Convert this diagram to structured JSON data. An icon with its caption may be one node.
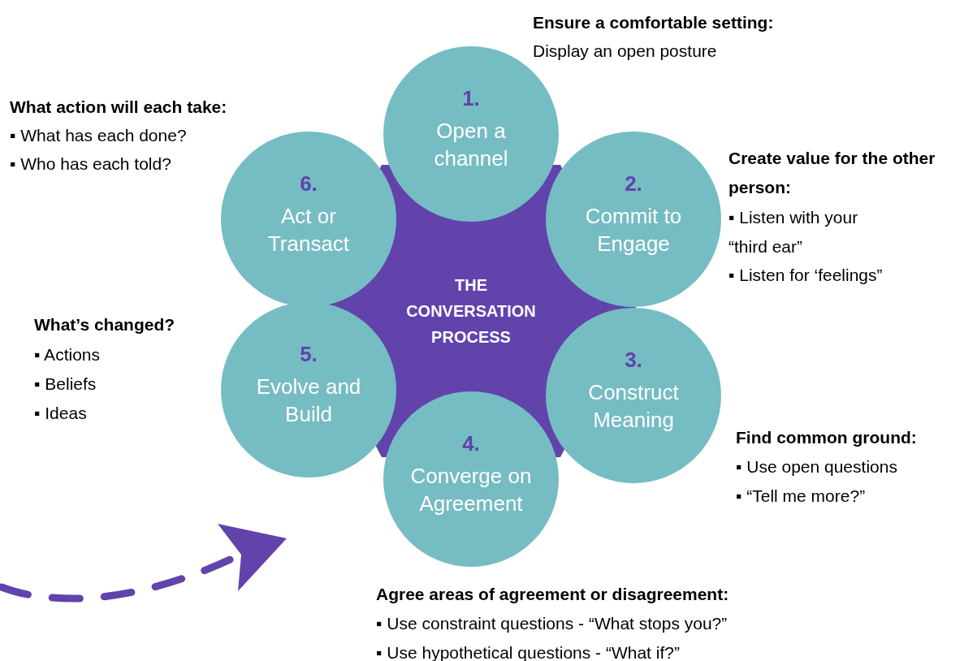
{
  "diagram": {
    "nodes": [
      {
        "text": [
          "THE CONVERSATION PROCESS"
        ]
      },
      {
        "text": [
          "1.",
          "Open a channel"
        ]
      },
      {
        "text": [
          "2.",
          "Commit to Engage"
        ]
      },
      {
        "text": [
          "3.",
          "Construct Meaning"
        ]
      },
      {
        "text": [
          "4.",
          "Converge on Agreement"
        ]
      },
      {
        "text": [
          "5.",
          "Evolve and Build"
        ]
      },
      {
        "text": [
          "6.",
          "Act or Transact"
        ]
      }
    ],
    "labels": [
      "Ensure a comfortable setting:",
      "Display an open posture",
      "What action will each take:",
      "▪ What has each done?",
      "▪ Who has each told?",
      "Create value for the other person:",
      "▪ Listen with your “third ear”",
      "▪ Listen for ‘feelings”",
      "What’s changed?",
      "▪ Actions",
      "▪ Beliefs",
      "▪ Ideas",
      "Find common ground:",
      "▪ Use open questions",
      "▪ “Tell me more?”",
      "Agree areas of agreement or disagreement:",
      "▪ Use constraint questions - “What stops you?”",
      "▪ Use hypothetical questions - “What if?”"
    ]
  }
}
